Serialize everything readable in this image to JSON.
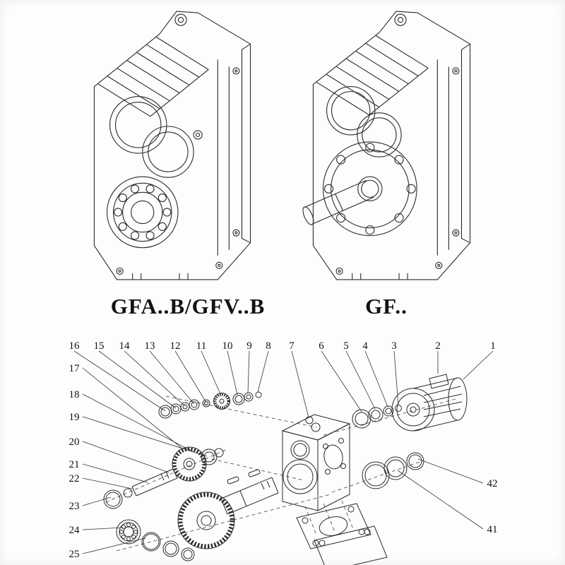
{
  "models": {
    "left_label": "GFA..B/GFV..B",
    "right_label": "GF.."
  },
  "exploded": {
    "top_row": [
      "16",
      "15",
      "14",
      "13",
      "12",
      "11",
      "10",
      "9",
      "8",
      "7",
      "6",
      "5",
      "4",
      "3",
      "2",
      "1"
    ],
    "left_column": [
      "17",
      "18",
      "19",
      "20",
      "21",
      "22",
      "23",
      "24",
      "25"
    ],
    "right_column": [
      "42",
      "41"
    ]
  },
  "colors": {
    "ink": "#222222",
    "background": "#fdfdfd"
  }
}
